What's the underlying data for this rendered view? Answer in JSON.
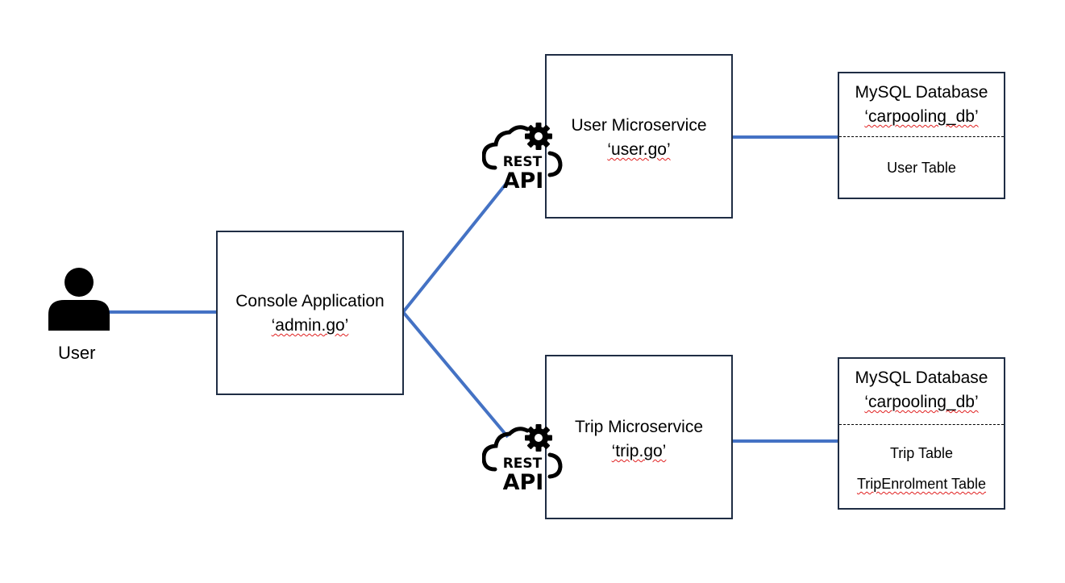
{
  "actor": {
    "label": "User",
    "icon": "person-icon"
  },
  "console_app": {
    "title": "Console Application",
    "file": "‘admin.go’"
  },
  "user_service": {
    "title": "User Microservice",
    "file": "‘user.go’",
    "api_icon": "rest-api-icon",
    "api_text_top": "REST",
    "api_text_bottom": "API"
  },
  "trip_service": {
    "title": "Trip Microservice",
    "file": "‘trip.go’",
    "api_icon": "rest-api-icon",
    "api_text_top": "REST",
    "api_text_bottom": "API"
  },
  "user_db": {
    "title": "MySQL Database",
    "name": "‘carpooling_db’",
    "tables": [
      "User Table"
    ]
  },
  "trip_db": {
    "title": "MySQL Database",
    "name": "‘carpooling_db’",
    "tables": [
      "Trip Table",
      "TripEnrolment Table"
    ]
  },
  "colors": {
    "connector": "#4472c4",
    "box_border": "#1f2d44",
    "spellcheck": "#e02020"
  }
}
